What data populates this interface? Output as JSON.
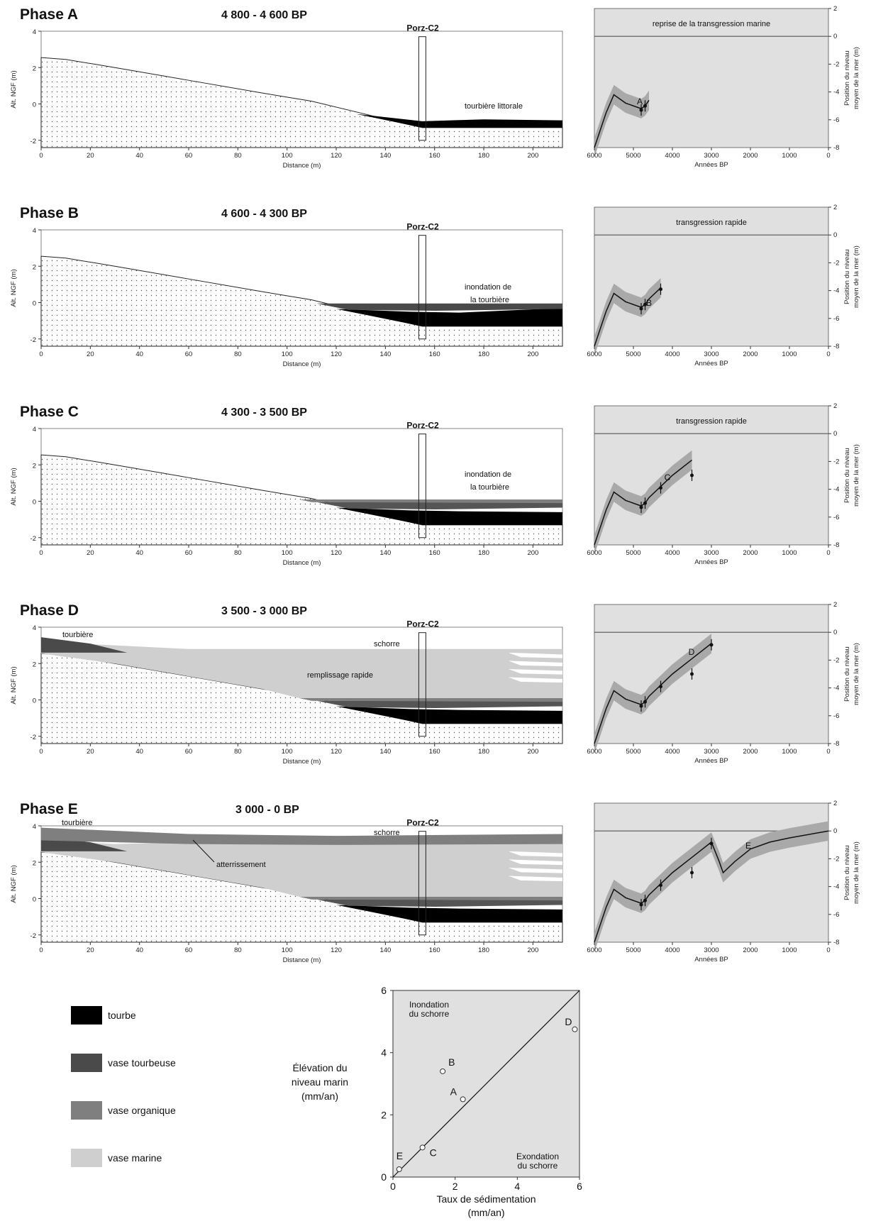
{
  "phases": [
    {
      "label": "Phase A",
      "period": "4 800 - 4 600 BP",
      "core_label": "Porz-C2",
      "annotations": [
        "tourbière littorale"
      ],
      "curve_label": "A",
      "sea_text": "reprise de la transgression marine"
    },
    {
      "label": "Phase B",
      "period": "4 600 - 4 300 BP",
      "core_label": "Porz-C2",
      "annotations": [
        "inondation de",
        "la tourbière"
      ],
      "curve_label": "B",
      "sea_text": "transgression rapide"
    },
    {
      "label": "Phase C",
      "period": "4 300 - 3 500 BP",
      "core_label": "Porz-C2",
      "annotations": [
        "inondation de",
        "la tourbière"
      ],
      "curve_label": "C",
      "sea_text": "transgression rapide"
    },
    {
      "label": "Phase D",
      "period": "3 500 - 3 000 BP",
      "core_label": "Porz-C2",
      "annotations": [
        "tourbière",
        "schorre",
        "remplissage rapide"
      ],
      "curve_label": "D",
      "sea_text": ""
    },
    {
      "label": "Phase E",
      "period": "3 000 - 0 BP",
      "core_label": "Porz-C2",
      "annotations": [
        "tourbière",
        "schorre",
        "atterrissement"
      ],
      "curve_label": "E",
      "sea_text": ""
    }
  ],
  "section_axes": {
    "xlabel": "Distance (m)",
    "ylabel": "Alt. NGF (m)",
    "x_ticks": [
      "0",
      "20",
      "40",
      "60",
      "80",
      "100",
      "120",
      "140",
      "160",
      "180",
      "200"
    ],
    "y_ticks": [
      "4",
      "2",
      "0",
      "-2"
    ]
  },
  "curve_axes": {
    "xlabel": "Années BP",
    "ylabel_1": "Position du niveau",
    "ylabel_2": "moyen de la mer (m)",
    "x_ticks": [
      "6000",
      "5000",
      "4000",
      "3000",
      "2000",
      "1000",
      "0"
    ],
    "y_ticks": [
      "2",
      "0",
      "-2",
      "-4",
      "-6",
      "-8"
    ]
  },
  "legend": [
    {
      "label": "tourbe",
      "color": "#000000"
    },
    {
      "label": "vase tourbeuse",
      "color": "#4a4a4a"
    },
    {
      "label": "vase organique",
      "color": "#7f7f7f"
    },
    {
      "label": "vase marine",
      "color": "#cfcfcf"
    }
  ],
  "rate_chart": {
    "ylabel_lines": [
      "Élévation du",
      "niveau marin",
      "(mm/an)"
    ],
    "xlabel_lines": [
      "Taux de sédimentation",
      "(mm/an)"
    ],
    "x_ticks": [
      "0",
      "2",
      "4",
      "6"
    ],
    "y_ticks": [
      "0",
      "2",
      "4",
      "6"
    ],
    "zone_top": [
      "Inondation",
      "du schorre"
    ],
    "zone_bottom": [
      "Exondation",
      "du schorre"
    ]
  },
  "chart_data": [
    {
      "type": "scatter",
      "xlim": [
        0,
        6
      ],
      "ylim": [
        0,
        6
      ],
      "reference_line": [
        [
          0,
          0
        ],
        [
          6,
          6
        ]
      ],
      "points": [
        {
          "label": "A",
          "x": 2.25,
          "y": 2.5
        },
        {
          "label": "B",
          "x": 1.6,
          "y": 3.4
        },
        {
          "label": "C",
          "x": 0.95,
          "y": 0.95
        },
        {
          "label": "D",
          "x": 5.85,
          "y": 4.75
        },
        {
          "label": "E",
          "x": 0.2,
          "y": 0.25
        }
      ]
    },
    {
      "type": "line",
      "title": "",
      "xlabel": "Années BP",
      "ylabel": "Position du niveau moyen de la mer (m)",
      "xlim": [
        6000,
        0
      ],
      "ylim": [
        -8,
        2
      ],
      "curve": [
        [
          6000,
          -8
        ],
        [
          5700,
          -5.5
        ],
        [
          5500,
          -4.2
        ],
        [
          5200,
          -4.8
        ],
        [
          4800,
          -5.2
        ],
        [
          4700,
          -5.0
        ],
        [
          4600,
          -4.6
        ],
        [
          4300,
          -3.8
        ],
        [
          4000,
          -3.0
        ],
        [
          3500,
          -1.9
        ],
        [
          3000,
          -0.8
        ],
        [
          2800,
          -2.2
        ],
        [
          2700,
          -3.0
        ],
        [
          2400,
          -2.2
        ],
        [
          2000,
          -1.3
        ],
        [
          1500,
          -0.8
        ],
        [
          1000,
          -0.5
        ],
        [
          0,
          0
        ]
      ],
      "dated_points": [
        {
          "x": 4800,
          "y": -5.3
        },
        {
          "x": 4700,
          "y": -5.0
        },
        {
          "x": 4300,
          "y": -3.9
        },
        {
          "x": 3500,
          "y": -3.0
        },
        {
          "x": 3000,
          "y": -0.9
        }
      ]
    }
  ]
}
